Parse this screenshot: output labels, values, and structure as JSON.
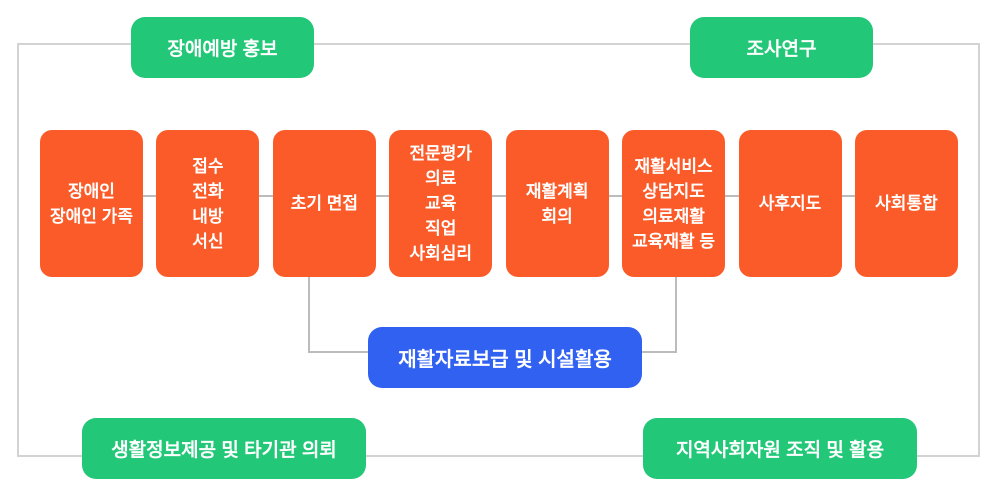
{
  "top_pills": [
    {
      "label": "장애예방 홍보"
    },
    {
      "label": "조사연구"
    }
  ],
  "steps": [
    {
      "text": "장애인\n장애인 가족"
    },
    {
      "text": "접수\n전화\n내방\n서신"
    },
    {
      "text": "초기 면접"
    },
    {
      "text": "전문평가\n의료\n교육\n직업\n사회심리"
    },
    {
      "text": "재활계획\n회의"
    },
    {
      "text": "재활서비스\n상담지도\n의료재활\n교육재활 등"
    },
    {
      "text": "사후지도"
    },
    {
      "text": "사회통합"
    }
  ],
  "center_box": {
    "label": "재활자료보급 및 시설활용"
  },
  "bottom_pills": [
    {
      "label": "생활정보제공 및 타기관 의뢰"
    },
    {
      "label": "지역사회자원 조직 및 활용"
    }
  ],
  "colors": {
    "step_orange": "#fb5b28",
    "pill_green": "#22c878",
    "center_blue": "#3161f1",
    "frame_gray": "#d3d3d3",
    "connector_gray": "#bcbcbc",
    "text_white": "#ffffff",
    "background": "#ffffff"
  }
}
